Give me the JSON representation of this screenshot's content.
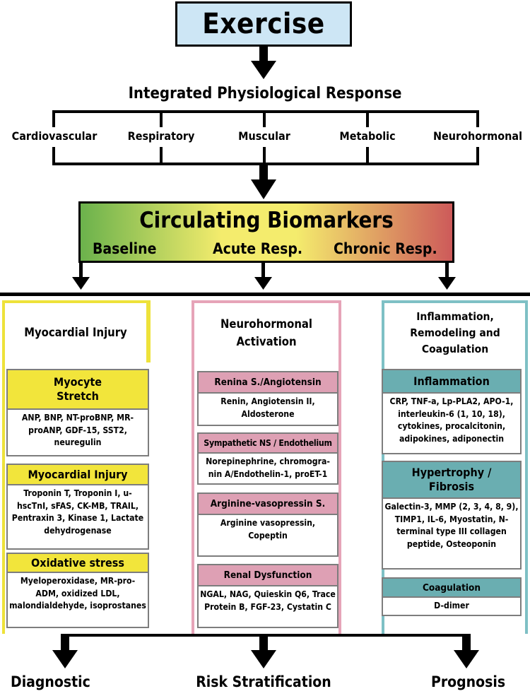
{
  "exercise": "Exercise",
  "response_title": "Integrated Physiological Response",
  "systems": [
    "Cardiovascular",
    "Respiratory",
    "Muscular",
    "Metabolic",
    "Neurohormonal"
  ],
  "biomarkers": {
    "title": "Circulating Biomarkers",
    "phases": [
      "Baseline",
      "Acute Resp.",
      "Chronic Resp."
    ]
  },
  "columns": [
    {
      "header": "Myocardial Injury",
      "cards": [
        {
          "title": "Myocyte Stretch",
          "body": "ANP, BNP, NT-proBNP, MR-proANP, GDF-15, SST2, neuregulin"
        },
        {
          "title": "Myocardial Injury",
          "body": "Troponin T, Troponin I, u-hscTnI, sFAS, CK-MB, TRAIL, Pentraxin 3, Kinase 1, Lactate dehydrogenase"
        },
        {
          "title": "Oxidative stress",
          "body": "Myeloperoxidase, MR-pro-ADM, oxidized LDL, malondialdehyde, isoprostanes"
        }
      ]
    },
    {
      "header": "Neurohormonal Activation",
      "cards": [
        {
          "title": "Renina S./Angiotensin",
          "body": "Renin, Angiotensin II, Aldosterone"
        },
        {
          "title": "Sympathetic NS / Endothelium",
          "body": "Norepinephrine, chromogra-nin A/Endothelin-1, proET-1"
        },
        {
          "title": "Arginine-vasopressin S.",
          "body": "Arginine vasopressin, Copeptin"
        },
        {
          "title": "Renal Dysfunction",
          "body": "NGAL, NAG, Quieskin Q6, Trace Protein B, FGF-23, Cystatin C"
        }
      ]
    },
    {
      "header": "Inflammation, Remodeling and Coagulation",
      "cards": [
        {
          "title": "Inflammation",
          "body": "CRP, TNF-a, Lp-PLA2, APO-1, interleukin-6 (1, 10, 18), cytokines, procalcitonin, adipokines, adiponectin"
        },
        {
          "title": "Hypertrophy / Fibrosis",
          "body": "Galectin-3, MMP (2, 3, 4, 8, 9), TIMP1, IL-6, Myostatin, N-terminal type III collagen peptide, Osteoponin"
        },
        {
          "title": "Coagulation",
          "body": "D-dimer"
        }
      ]
    }
  ],
  "outcomes": [
    "Diagnostic",
    "Risk Stratification",
    "Prognosis"
  ]
}
